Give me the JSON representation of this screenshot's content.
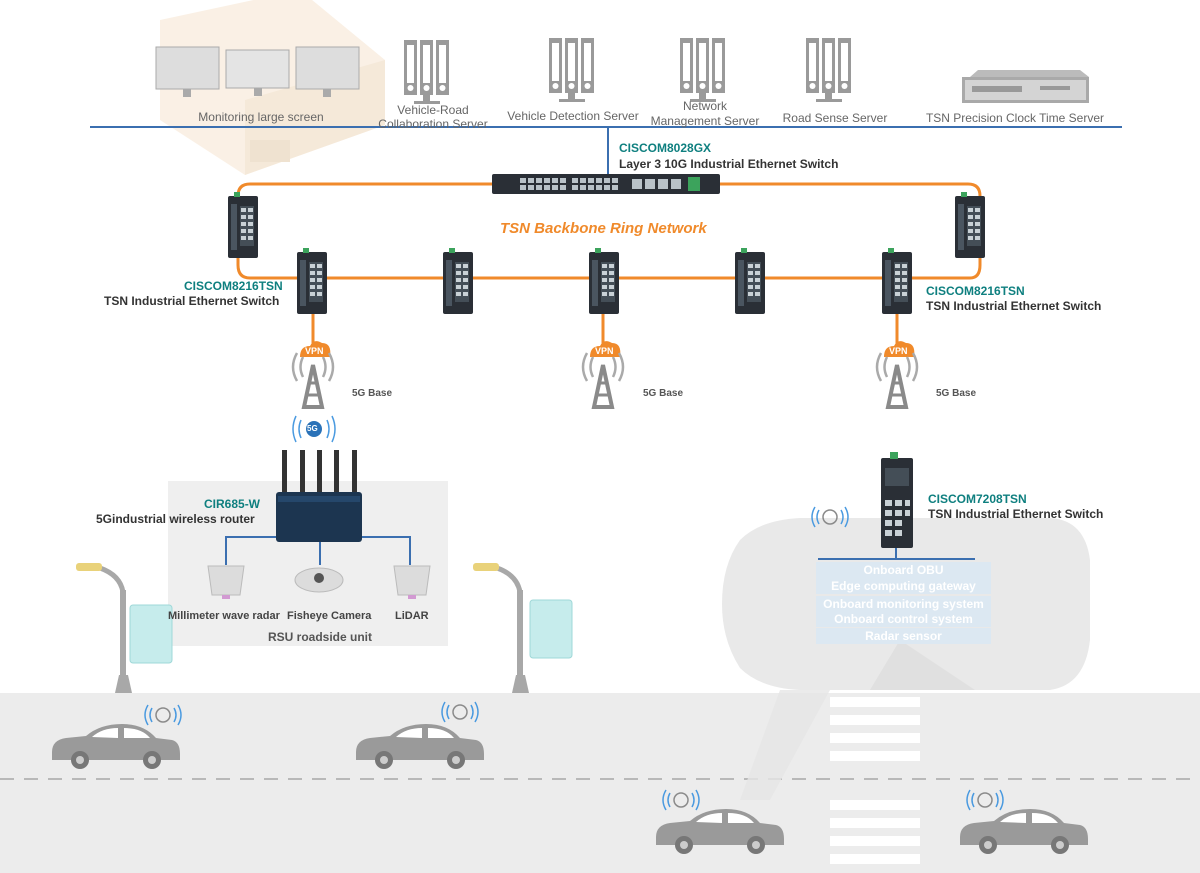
{
  "servers": {
    "monitoring_screen": "Monitoring large screen",
    "vehicle_road_line1": "Vehicle-Road",
    "vehicle_road_line2": "Collaboration Server",
    "vehicle_detection": "Vehicle Detection Server",
    "network_mgmt_line1": "Network",
    "network_mgmt_line2": "Management Server",
    "road_sense": "Road Sense Server",
    "clock_server": "TSN Precision Clock Time Server"
  },
  "core_switch": {
    "model": "CISCOM8028GX",
    "desc": "Layer 3 10G Industrial Ethernet Switch"
  },
  "ring": {
    "title": "TSN Backbone Ring Network"
  },
  "left_switch": {
    "model": "CISCOM8216TSN",
    "desc": "TSN Industrial Ethernet Switch"
  },
  "right_switch": {
    "model": "CISCOM8216TSN",
    "desc": "TSN Industrial Ethernet Switch"
  },
  "vpn_label": "VPN",
  "base_stations": [
    "5G Base",
    "5G Base",
    "5G Base"
  ],
  "fiveg_badge": "5G",
  "router": {
    "model": "CIR685-W",
    "desc": "5Gindustrial wireless router"
  },
  "rsu": {
    "radar": "Millimeter wave radar",
    "camera": "Fisheye Camera",
    "lidar": "LiDAR",
    "caption": "RSU roadside unit"
  },
  "vehicle_switch": {
    "model": "CISCOM7208TSN",
    "desc": "TSN Industrial Ethernet Switch"
  },
  "onboard": {
    "obu": "Onboard OBU",
    "edge": "Edge computing gateway",
    "monitoring": "Onboard monitoring system",
    "control": "Onboard control system",
    "radar": "Radar sensor"
  },
  "colors": {
    "network_line": "#3b6fb0",
    "ring": "#f08a2b",
    "model_text": "#0e7f7f",
    "road": "#ececec",
    "car": "#9a9a9a"
  }
}
